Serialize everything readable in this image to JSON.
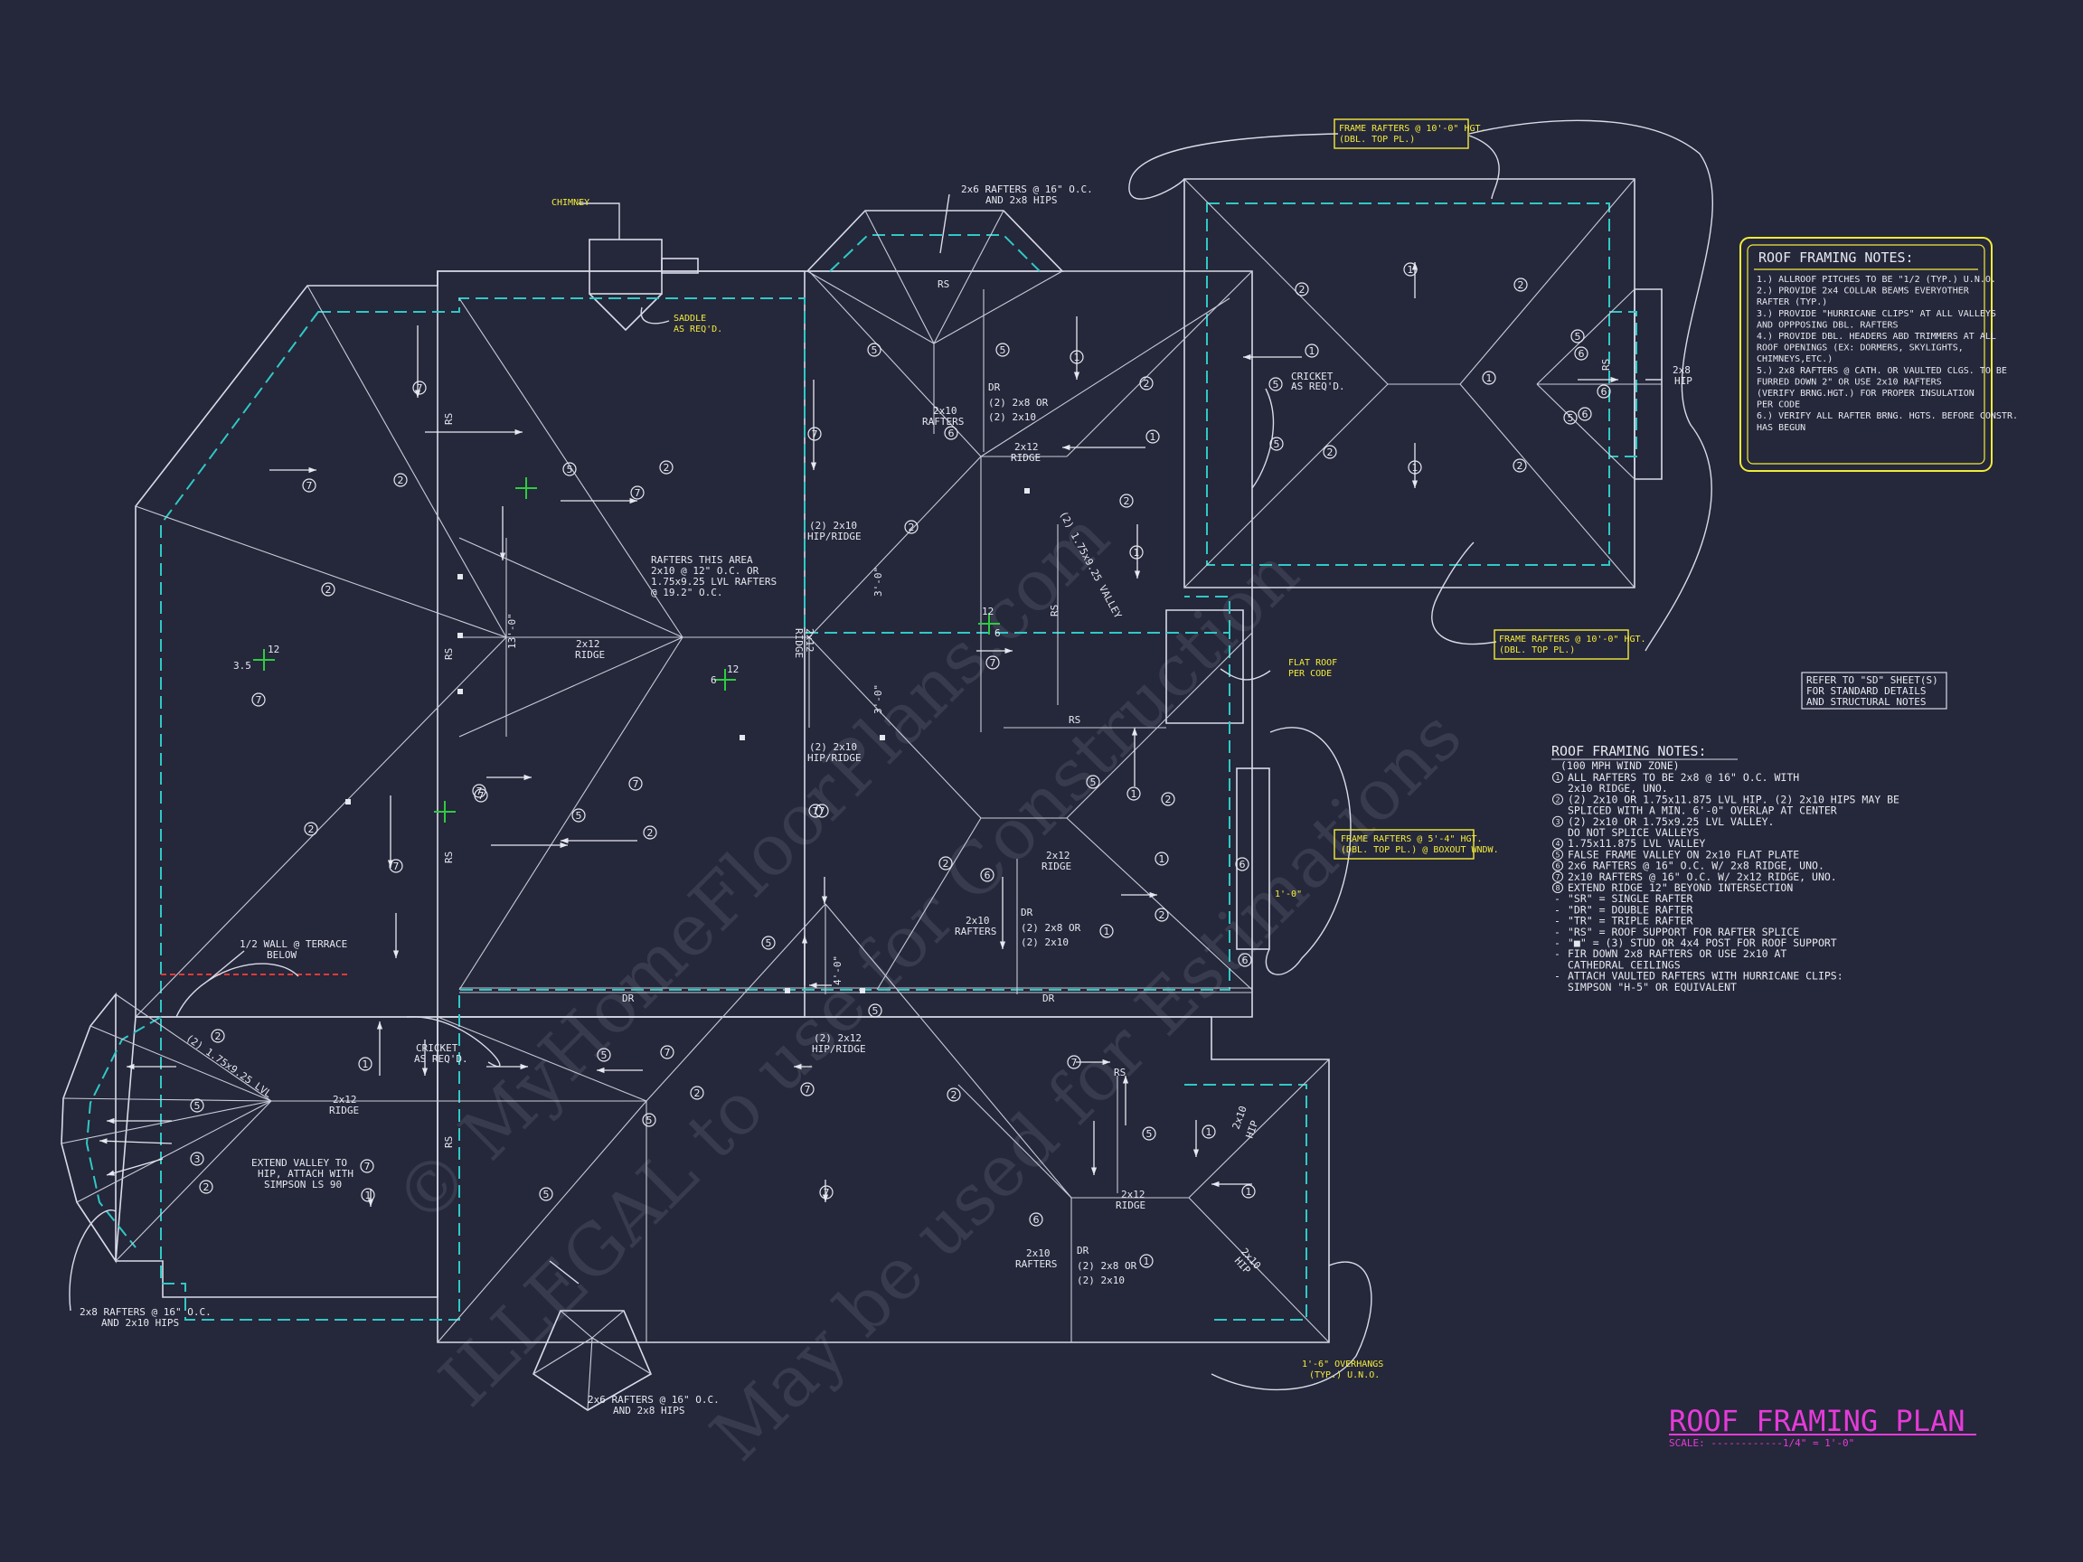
{
  "title": "ROOF FRAMING PLAN",
  "scale": "SCALE: ------------1/4\" = 1'-0\"",
  "colors": {
    "background": "#25273a",
    "lines": "#d8dbe8",
    "dashed": "#2fc9c6",
    "yellow": "#f3ec3a",
    "magenta": "#e53bd9",
    "green": "#2ecc40"
  },
  "watermark": {
    "line1": "© MyHomeFloorPlans.com",
    "line2": "ILLEGAL to use for Construction",
    "line3": "May be used for Estimations"
  },
  "notes_box": {
    "title": "ROOF FRAMING NOTES:",
    "items": [
      "1.) ALLROOF PITCHES TO BE \"1/2 (TYP.) U.N.O.",
      "2.) PROVIDE 2x4 COLLAR BEAMS EVERYOTHER",
      "    RAFTER (TYP.)",
      "3.) PROVIDE \"HURRICANE CLIPS\" AT ALL VALLEYS",
      "    AND OPPPOSING DBL. RAFTERS",
      "4.) PROVIDE DBL. HEADERS ABD TRIMMERS AT ALL",
      "    ROOF OPENINGS (EX: DORMERS, SKYLIGHTS,",
      "    CHIMNEYS,ETC.)",
      "5.) 2x8 RAFTERS @ CATH. OR VAULTED CLGS. TO BE",
      "    FURRED DOWN 2\" OR USE 2x10 RAFTERS",
      "    (VERIFY BRNG.HGT.) FOR PROPER INSULATION",
      "    PER CODE",
      "6.) VERIFY ALL RAFTER BRNG. HGTS. BEFORE CONSTR.",
      "    HAS BEGUN"
    ]
  },
  "refer_note": [
    "REFER TO \"SD\" SHEET(S)",
    "FOR STANDARD DETAILS",
    "AND STRUCTURAL NOTES"
  ],
  "legend": {
    "title": "ROOF FRAMING NOTES:",
    "subtitle": "(100 MPH WIND ZONE)",
    "items": [
      {
        "sym": "1",
        "text": "ALL RAFTERS TO BE 2x8 @ 16\" O.C. WITH"
      },
      {
        "sym": "",
        "text": "2x10 RIDGE, UNO."
      },
      {
        "sym": "2",
        "text": "(2) 2x10 OR 1.75x11.875 LVL HIP. (2) 2x10 HIPS MAY BE"
      },
      {
        "sym": "",
        "text": "SPLICED WITH A MIN. 6'-0\" OVERLAP AT CENTER"
      },
      {
        "sym": "3",
        "text": "(2) 2x10 OR 1.75x9.25 LVL VALLEY."
      },
      {
        "sym": "",
        "text": "DO NOT SPLICE VALLEYS"
      },
      {
        "sym": "4",
        "text": "1.75x11.875 LVL VALLEY"
      },
      {
        "sym": "5",
        "text": "FALSE FRAME VALLEY ON 2x10 FLAT PLATE"
      },
      {
        "sym": "6",
        "text": "2x6 RAFTERS @ 16\" O.C. W/ 2x8 RIDGE, UNO."
      },
      {
        "sym": "7",
        "text": "2x10 RAFTERS @ 16\" O.C. W/ 2x12 RIDGE, UNO."
      },
      {
        "sym": "8",
        "text": "EXTEND RIDGE 12\" BEYOND INTERSECTION"
      },
      {
        "sym": "-",
        "text": "\"SR\" = SINGLE RAFTER"
      },
      {
        "sym": "-",
        "text": "\"DR\" = DOUBLE RAFTER"
      },
      {
        "sym": "-",
        "text": "\"TR\" = TRIPLE RAFTER"
      },
      {
        "sym": "-",
        "text": "\"RS\" = ROOF SUPPORT FOR RAFTER SPLICE"
      },
      {
        "sym": "-",
        "text": "\"■\"   = (3) STUD OR 4x4 POST FOR ROOF SUPPORT"
      },
      {
        "sym": "-",
        "text": "FIR DOWN 2x8 RAFTERS OR USE 2x10 AT"
      },
      {
        "sym": "",
        "text": "CATHEDRAL CEILINGS"
      },
      {
        "sym": "-",
        "text": "ATTACH VAULTED RAFTERS WITH HURRICANE CLIPS:"
      },
      {
        "sym": "",
        "text": "SIMPSON \"H-5\" OR EQUIVALENT"
      }
    ]
  },
  "callouts": {
    "chimney": "CHIMNEY",
    "saddle": [
      "SADDLE",
      "AS REQ'D."
    ],
    "rafters_top": [
      "2x6 RAFTERS @ 16\" O.C.",
      "AND 2x8 HIPS"
    ],
    "frame_rafters_top": [
      "FRAME RAFTERS @ 10'-0\" HGT.",
      "(DBL. TOP PL.)"
    ],
    "frame_rafters_mid": [
      "FRAME RAFTERS @ 10'-0\" HGT.",
      "(DBL. TOP PL.)"
    ],
    "frame_rafters_box": [
      "FRAME RAFTERS @ 5'-4\" HGT.",
      "(DBL. TOP PL.) @ BOXOUT WNDW."
    ],
    "cricket_right": [
      "CRICKET",
      "AS REQ'D."
    ],
    "flat_roof": [
      "FLAT ROOF",
      "PER CODE"
    ],
    "rafters_area": [
      "RAFTERS THIS AREA",
      "2x10 @ 12\" O.C. OR",
      "1.75x9.25 LVL RAFTERS",
      "@ 19.2\" O.C."
    ],
    "hip_ridge_1": [
      "(2) 2x10",
      "HIP/RIDGE"
    ],
    "hip_ridge_2": [
      "(2) 2x10",
      "HIP/RIDGE"
    ],
    "hip_ridge_3": [
      "(2) 2x12",
      "HIP/RIDGE"
    ],
    "valley_lvl": "(2) 1.75x9.25 VALLEY",
    "ridge_2x12_a": [
      "2x12",
      "RIDGE"
    ],
    "ridge_2x12_b": [
      "2x12",
      "RIDGE"
    ],
    "ridge_2x12_c": [
      "2x12",
      "RIDGE"
    ],
    "ridge_2x12_d": [
      "2x12",
      "RIDGE"
    ],
    "ridge_2x12_e": [
      "2x12",
      "RIDGE"
    ],
    "ridge_vertical": [
      "2x12",
      "RIDGE"
    ],
    "dr_a": [
      "DR",
      "(2) 2x8 OR",
      "(2) 2x10"
    ],
    "dr_b": [
      "DR",
      "(2) 2x8 OR",
      "(2) 2x10"
    ],
    "dr_c": [
      "DR",
      "(2) 2x8 OR",
      "(2) 2x10"
    ],
    "rafters_2x10_a": [
      "2x10",
      "RAFTERS"
    ],
    "rafters_2x10_b": [
      "2x10",
      "RAFTERS"
    ],
    "rafters_2x10_c": [
      "2x10",
      "RAFTERS"
    ],
    "hip_2x8": [
      "2x8",
      "HIP"
    ],
    "hip_2x10_a": [
      "2x10",
      "HIP"
    ],
    "hip_2x10_b": [
      "2x10",
      "HIP"
    ],
    "wall_terrace": [
      "1/2 WALL @ TERRACE",
      "BELOW"
    ],
    "cricket_left": [
      "CRICKET",
      "AS REQ'D."
    ],
    "lvl_left": "(2) 1.75x9.25 LVL",
    "extend_valley": [
      "EXTEND VALLEY TO",
      "HIP, ATTACH WITH",
      "SIMPSON LS 90"
    ],
    "rafters_bl": [
      "2x8 RAFTERS @ 16\" O.C.",
      "AND 2x10 HIPS"
    ],
    "rafters_bottom": [
      "2x6 RAFTERS @ 16\" O.C.",
      "AND 2x8 HIPS"
    ],
    "overhangs": [
      "1'-6\" OVERHANGS",
      "(TYP.) U.N.O."
    ],
    "dim_13": "13'-0\"",
    "dim_3a": "3'-0\"",
    "dim_3b": "3'-0\"",
    "dim_4": "4'-0\"",
    "dim_1": "1'-0\"",
    "dr_small_a": "DR",
    "dr_small_b": "DR",
    "rs": "RS",
    "pitch_12": "12",
    "pitch_35": "3.5",
    "pitch_6": "6"
  }
}
